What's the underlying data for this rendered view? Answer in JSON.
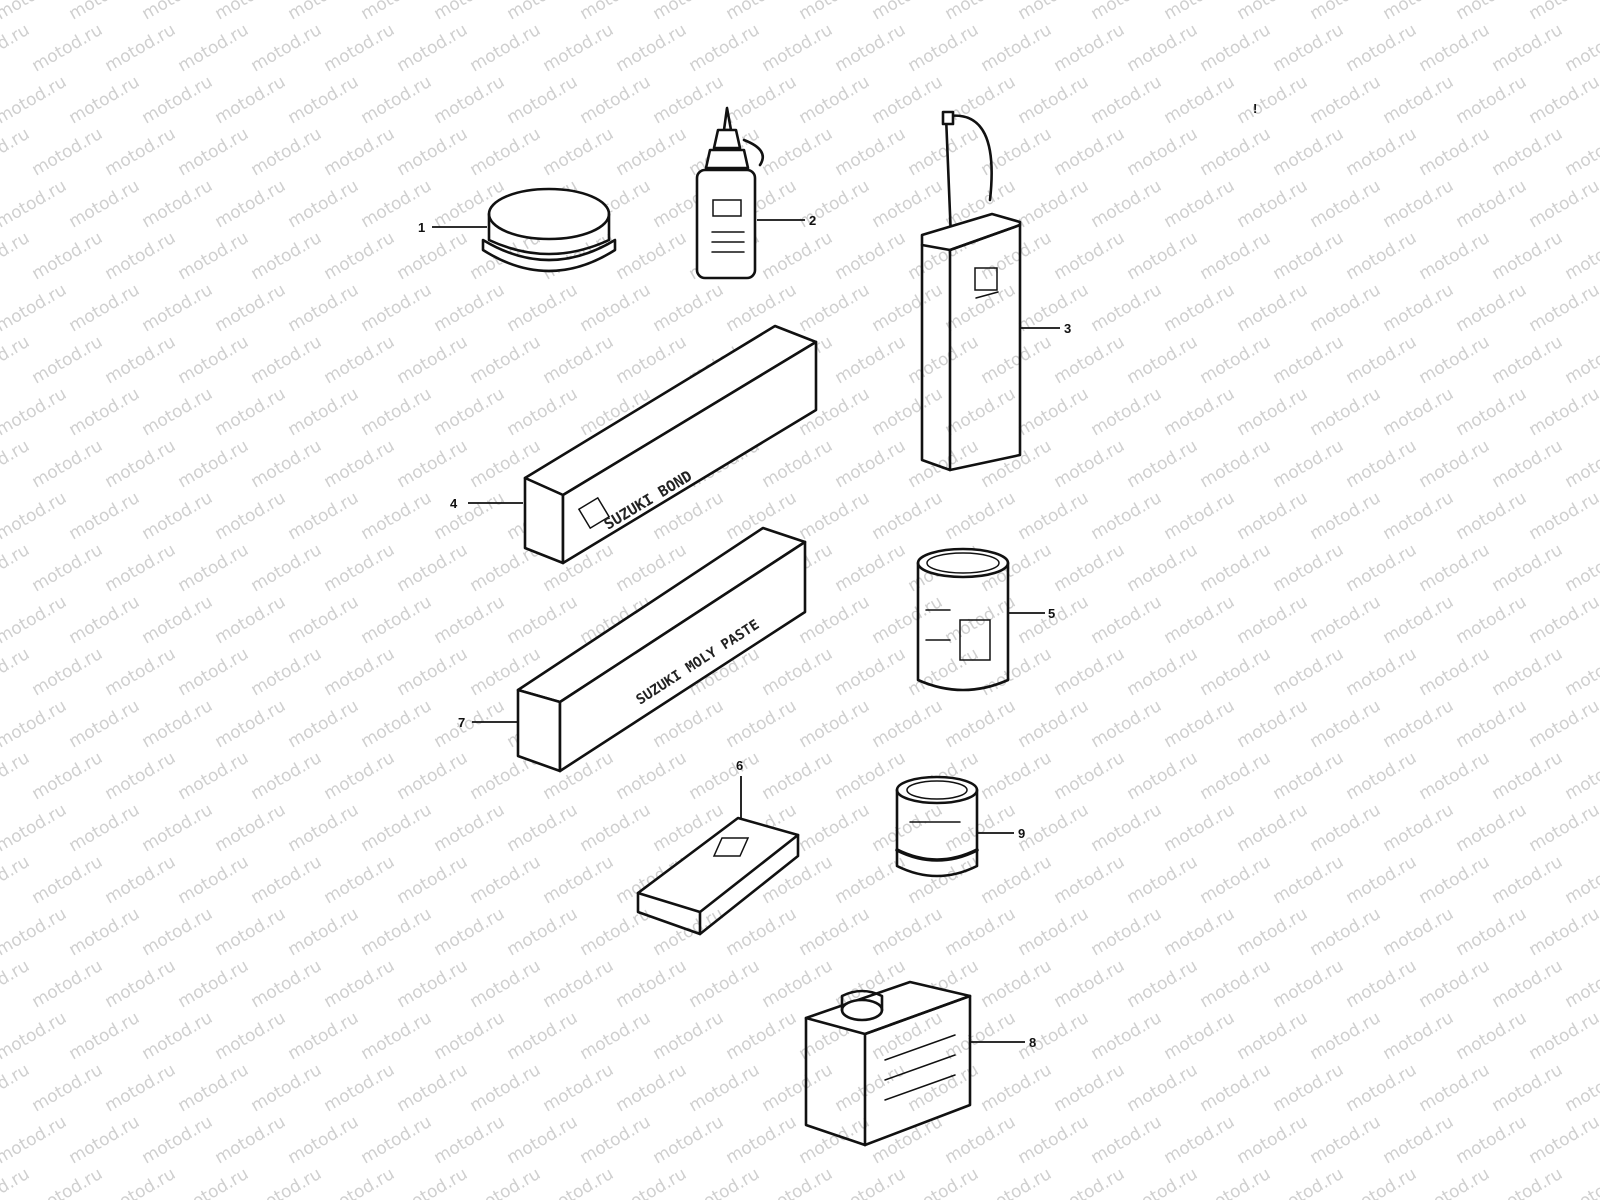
{
  "watermark": {
    "text": "motod.ru",
    "color": "#cfcfcf"
  },
  "parts": [
    {
      "ref": "1",
      "kind": "grease-jar"
    },
    {
      "ref": "2",
      "kind": "oil-bottle"
    },
    {
      "ref": "3",
      "kind": "oil-can"
    },
    {
      "ref": "4",
      "kind": "bond-box",
      "print": "SUZUKI BOND"
    },
    {
      "ref": "5",
      "kind": "paint-can"
    },
    {
      "ref": "6",
      "kind": "small-case"
    },
    {
      "ref": "7",
      "kind": "paste-box",
      "print": "SUZUKI MOLY PASTE"
    },
    {
      "ref": "8",
      "kind": "square-can"
    },
    {
      "ref": "9",
      "kind": "small-tin"
    }
  ],
  "stray_mark": "!"
}
